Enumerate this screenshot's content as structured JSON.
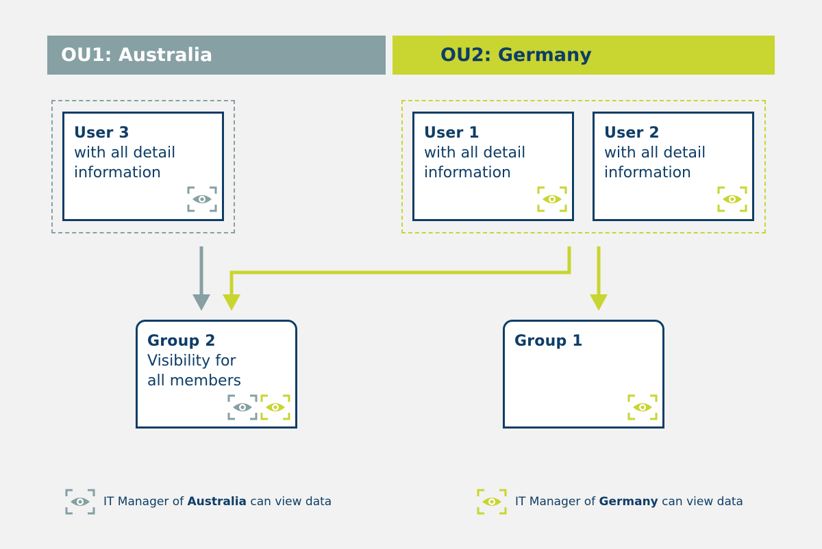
{
  "colors": {
    "australia": "#86a0a3",
    "germany": "#c9d530",
    "navy": "#0e3d66",
    "background": "#f2f2f2"
  },
  "headers": {
    "australia": "OU1: Australia",
    "germany": "OU2: Germany"
  },
  "users": [
    {
      "title": "User 3",
      "desc_line1": "with all detail",
      "desc_line2": "information",
      "icon": "eye-icon"
    },
    {
      "title": "User 1",
      "desc_line1": "with all detail",
      "desc_line2": "information",
      "icon": "eye-icon"
    },
    {
      "title": "User 2",
      "desc_line1": "with all detail",
      "desc_line2": "information",
      "icon": "eye-icon"
    }
  ],
  "groups": [
    {
      "title": "Group 2",
      "desc_line1": "Visibility for",
      "desc_line2": "all members"
    },
    {
      "title": "Group 1"
    }
  ],
  "legend": {
    "australia": {
      "prefix": "IT Manager of ",
      "bold": "Australia",
      "suffix": " can view data"
    },
    "germany": {
      "prefix": "IT Manager of ",
      "bold": "Germany",
      "suffix": " can view data"
    }
  }
}
